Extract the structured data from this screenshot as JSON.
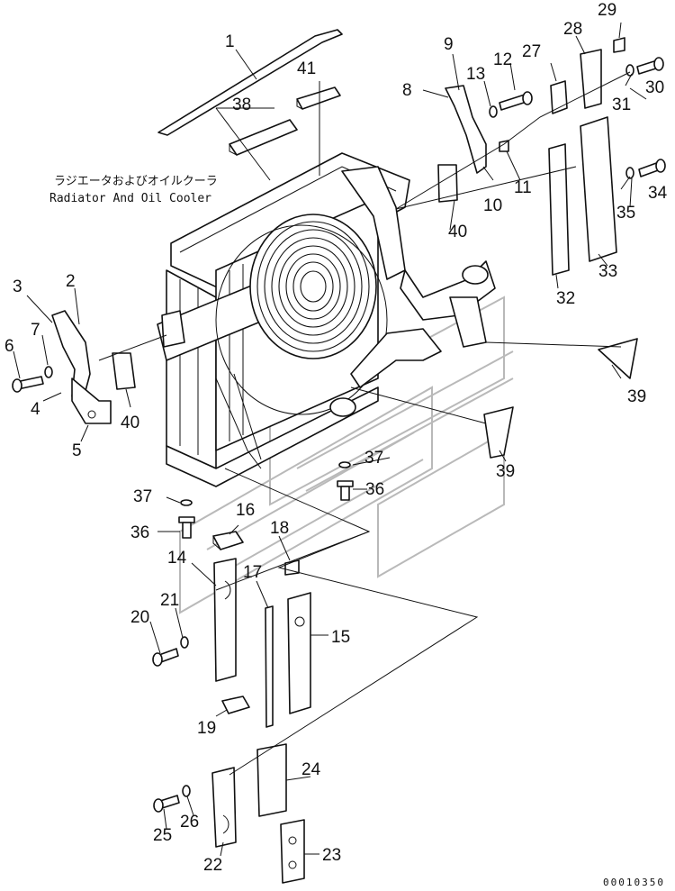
{
  "caption": {
    "japanese": "ラジエータおよびオイルクーラ",
    "english": "Radiator And Oil Cooler"
  },
  "figure_code": "00010350",
  "callouts": [
    "1",
    "2",
    "3",
    "4",
    "5",
    "6",
    "7",
    "8",
    "9",
    "10",
    "11",
    "12",
    "13",
    "14",
    "15",
    "16",
    "17",
    "18",
    "19",
    "20",
    "21",
    "22",
    "23",
    "24",
    "25",
    "26",
    "27",
    "28",
    "29",
    "30",
    "31",
    "32",
    "33",
    "34",
    "35",
    "36",
    "37",
    "38",
    "39",
    "40",
    "41"
  ],
  "repeated_callouts": {
    "36": "36",
    "37": "37",
    "39": "39",
    "40": "40"
  }
}
